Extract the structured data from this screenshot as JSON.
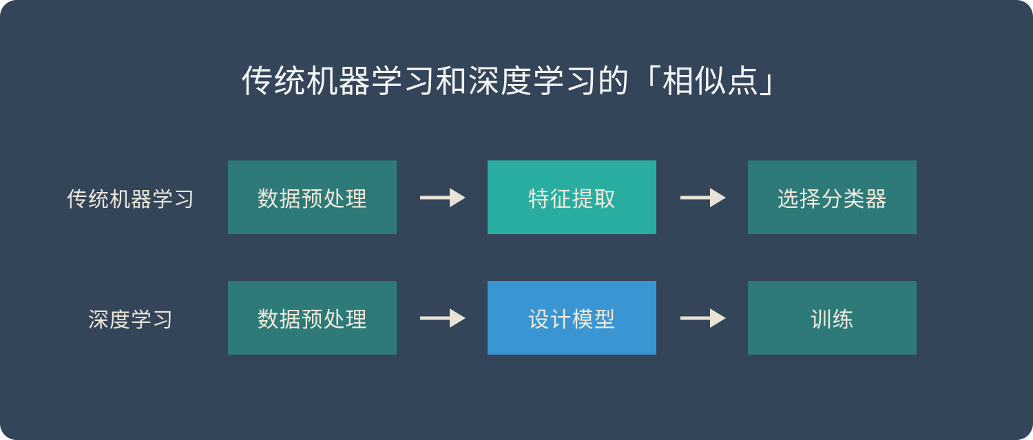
{
  "title": "传统机器学习和深度学习的「相似点」",
  "colors": {
    "background": "#ffffff",
    "panel": "#34455a",
    "teal_dark": "#2d7a78",
    "teal_bright": "#29ada0",
    "blue": "#3a96d2",
    "title_text": "#f5f6f6",
    "label_text": "#ece7db",
    "box_text": "#efe9dc",
    "arrow": "#e9e3d6"
  },
  "rows": [
    {
      "label": "传统机器学习",
      "boxes": [
        {
          "label": "数据预处理",
          "color": "teal_dark"
        },
        {
          "label": "特征提取",
          "color": "teal_bright"
        },
        {
          "label": "选择分类器",
          "color": "teal_dark"
        }
      ]
    },
    {
      "label": "深度学习",
      "boxes": [
        {
          "label": "数据预处理",
          "color": "teal_dark"
        },
        {
          "label": "设计模型",
          "color": "blue"
        },
        {
          "label": "训练",
          "color": "teal_dark"
        }
      ]
    }
  ]
}
